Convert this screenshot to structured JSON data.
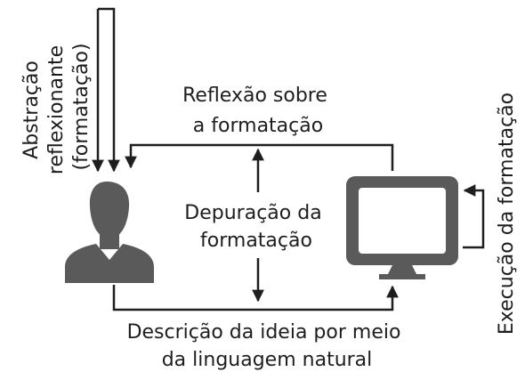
{
  "labels": {
    "abstraction": [
      "Abstração",
      "reflexionante",
      "(formatação)"
    ],
    "reflection": [
      "Reflexão sobre",
      "a formatação"
    ],
    "debugging": [
      "Depuração da",
      "formatação"
    ],
    "description": [
      "Descrição da ideia por meio",
      "da linguagem natural"
    ],
    "execution": "Execução da formatação"
  },
  "icons": {
    "person": "person-icon",
    "computer": "monitor-icon"
  },
  "colors": {
    "icon": "#5a5a5a",
    "line": "#1e1e1e",
    "text": "#1e1e1e"
  }
}
